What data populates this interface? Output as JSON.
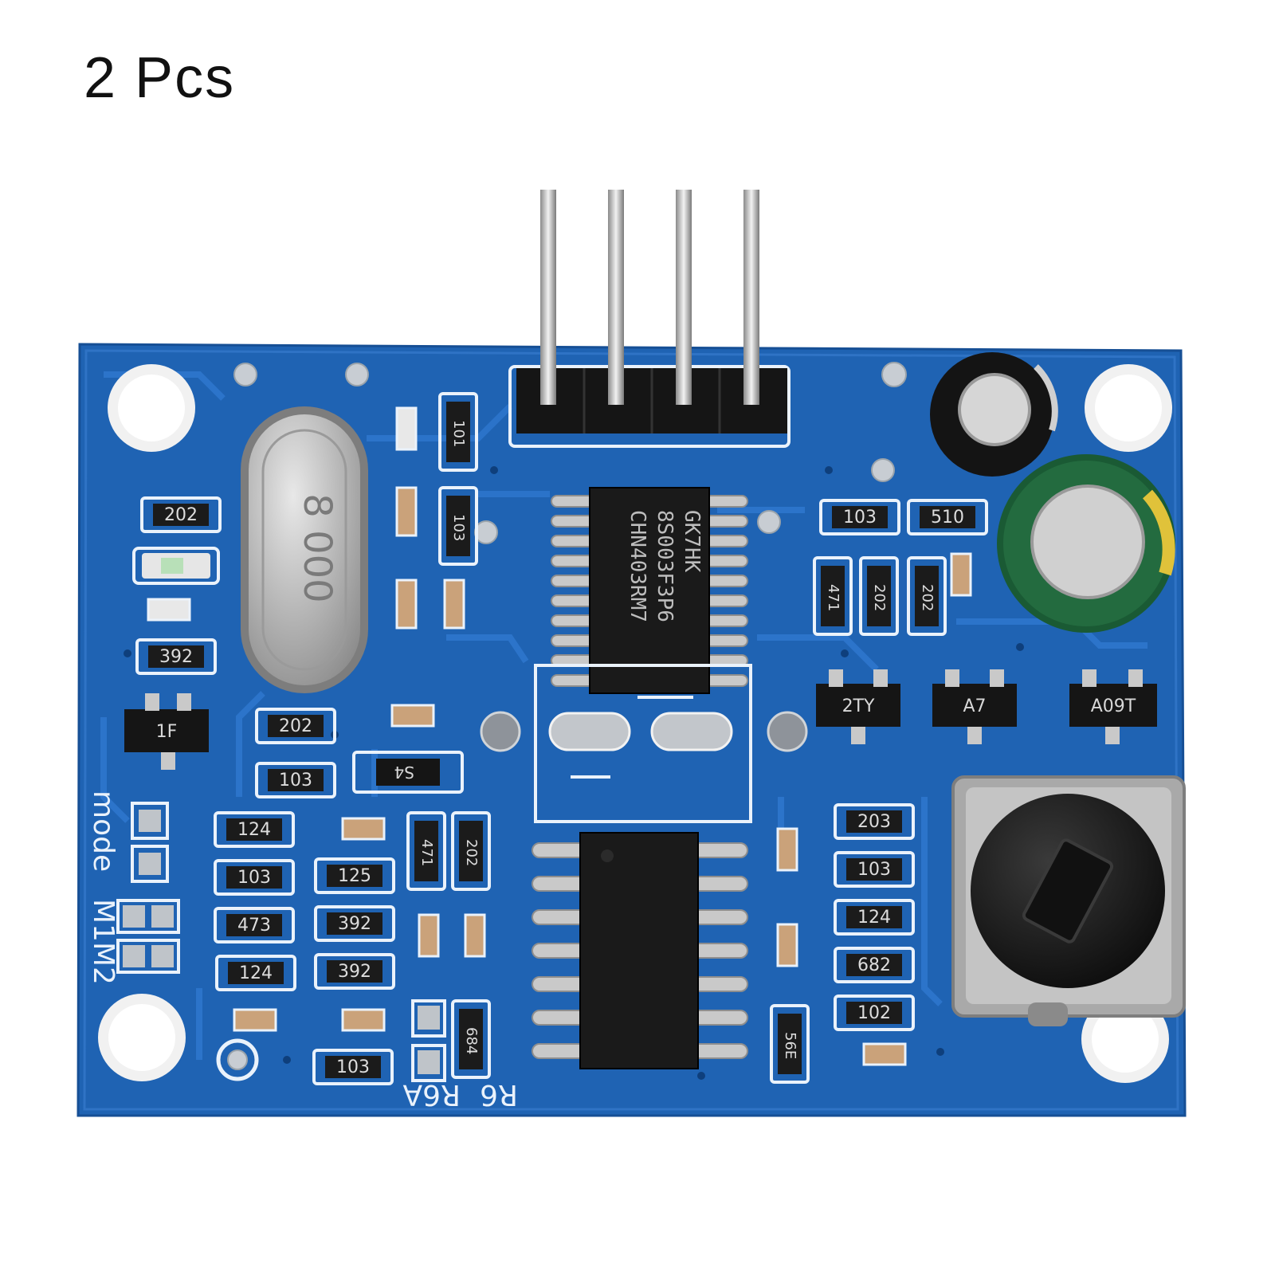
{
  "caption": "2 Pcs",
  "board": {
    "pcb_color": "#1f63b3",
    "silkscreen_color": "#eaf2fb",
    "header_pin_count": 4,
    "mcu_marking": [
      "GK7HK",
      "8S003F3P6",
      "CHN403RM7"
    ],
    "crystal_marking": "8 000",
    "pin_labels": [
      "mode",
      "M1",
      "M2"
    ],
    "resistor_labels": {
      "r_top_1": "101",
      "r_top_2": "103",
      "r_left_1": "202",
      "r_left_2": "392",
      "r_mid_1": "202",
      "r_mid_2": "103",
      "r_right_1": "103",
      "r_right_2": "510",
      "r_right_3": "471",
      "r_right_4": "202",
      "r_right_5": "202",
      "r_b1": "124",
      "r_b2": "103",
      "r_b3": "473",
      "r_b4": "124",
      "r_b5": "125",
      "r_b6": "392",
      "r_b7": "392",
      "r_b8": "103",
      "r_b9": "471",
      "r_b10": "202",
      "r_b11": "684",
      "r_b12": "56E",
      "r_rc1": "203",
      "r_rc2": "103",
      "r_rc3": "124",
      "r_rc4": "682",
      "r_rc5": "102"
    },
    "transistor_labels": {
      "q1": "1F",
      "q2": "2TY",
      "q3": "A7",
      "q4": "A09T"
    },
    "diode_label": "S4",
    "bottom_labels": [
      "R6",
      "R6A"
    ]
  }
}
